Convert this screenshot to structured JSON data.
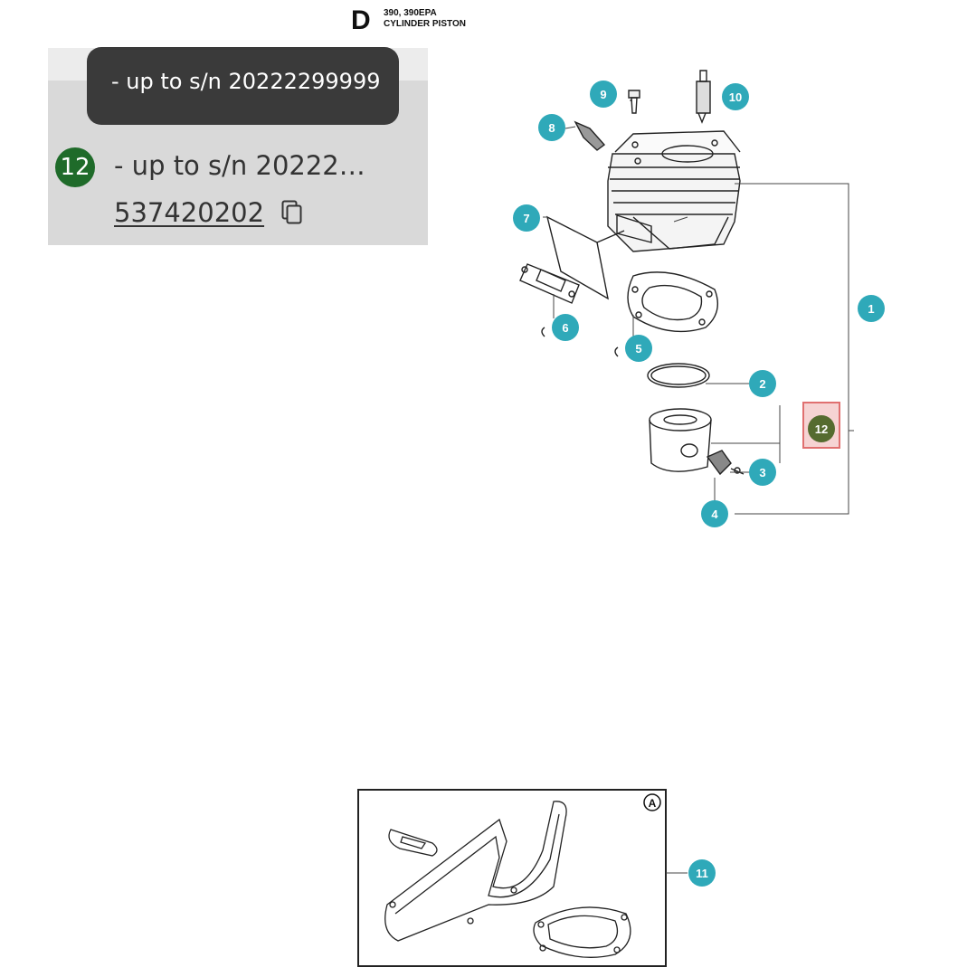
{
  "header": {
    "section_letter": "D",
    "models": "390, 390EPA",
    "section_title": "CYLINDER PISTON"
  },
  "info_panel": {
    "tooltip_text": "- up to s/n 20222299999",
    "item_number": "12",
    "description": "- up to s/n 20222…",
    "part_number": "537420202"
  },
  "diagram": {
    "callouts": [
      "1",
      "2",
      "3",
      "4",
      "5",
      "6",
      "7",
      "8",
      "9",
      "10",
      "11",
      "12"
    ],
    "kit_badge": "A",
    "callout_color": "#2fa9b9",
    "selected_color": "#556b2f",
    "highlight_color": "#f6d3d3"
  }
}
